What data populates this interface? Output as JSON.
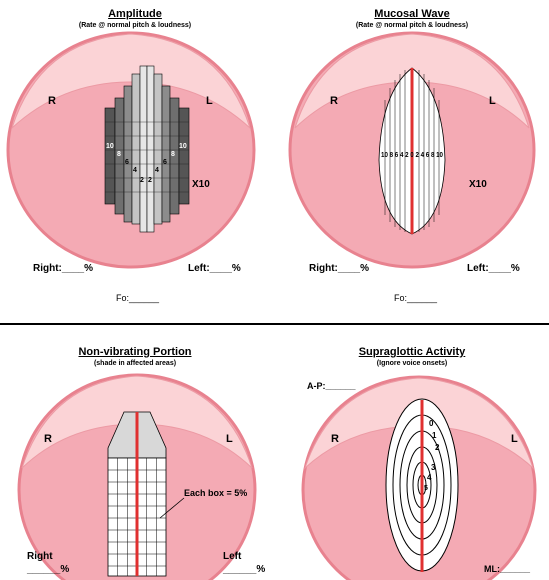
{
  "amplitude": {
    "title": "Amplitude",
    "subtitle": "(Rate @ normal pitch & loudness)",
    "side_right": "R",
    "side_left": "L",
    "scale_left": [
      "10",
      "8",
      "6",
      "4",
      "2"
    ],
    "scale_right": [
      "2",
      "4",
      "6",
      "8",
      "10"
    ],
    "multiplier": "X10",
    "right_field": "Right:____%",
    "left_field": "Left:____%",
    "fo_field": "Fo:______",
    "colors": {
      "bar_dark": "#555555",
      "bar_mid": "#9a9a9a",
      "bar_light": "#d8d8d8"
    }
  },
  "mucosal_wave": {
    "title": "Mucosal Wave",
    "subtitle": "(Rate @ normal pitch & loudness)",
    "side_right": "R",
    "side_left": "L",
    "scale": "10 8 6 4 2 0 2 4 6 8 10",
    "multiplier": "X10",
    "right_field": "Right:____%",
    "left_field": "Left:____%",
    "fo_field": "Fo:______"
  },
  "non_vibrating": {
    "title": "Non-vibrating Portion",
    "subtitle": "(shade in affected areas)",
    "side_right": "R",
    "side_left": "L",
    "annotation": "Each box = 5%",
    "right_label": "Right",
    "right_blank": "______%",
    "left_label": "Left",
    "left_blank": "______%"
  },
  "supraglottic": {
    "title": "Supraglottic Activity",
    "subtitle": "(Ignore voice onsets)",
    "side_right": "R",
    "side_left": "L",
    "ap_field": "A-P:______",
    "ml_field": "ML:______",
    "ring_labels": [
      "0",
      "1",
      "2",
      "3",
      "4",
      "5"
    ]
  },
  "colors": {
    "tissue": "#f4aab4",
    "tissue_edge": "#e8828f",
    "arch": "#fbd3d6",
    "cord_red": "#e03030"
  }
}
